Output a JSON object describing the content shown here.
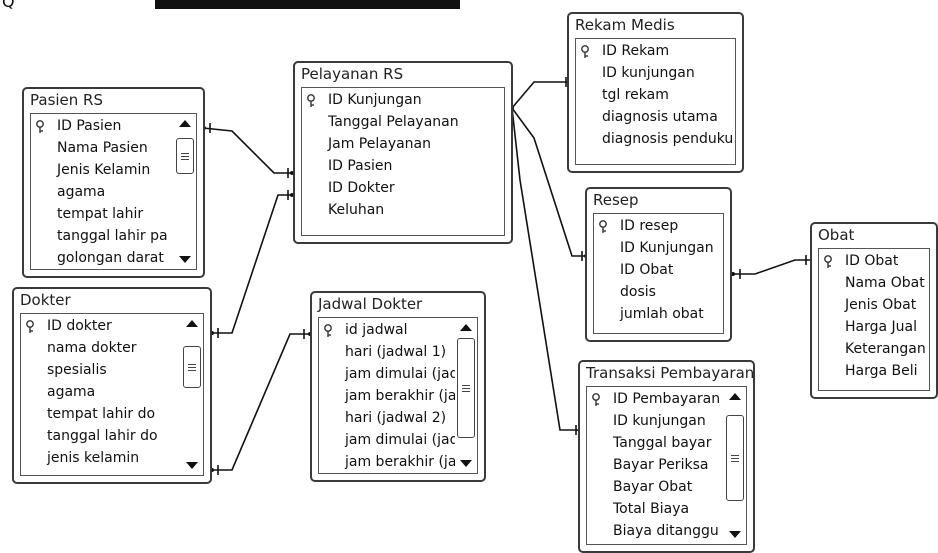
{
  "tables": [
    {
      "id": "pasien",
      "title": "Pasien RS",
      "fields": [
        {
          "name": "ID Pasien",
          "key": true
        },
        {
          "name": "Nama Pasien"
        },
        {
          "name": "Jenis Kelamin"
        },
        {
          "name": "agama"
        },
        {
          "name": "tempat lahir"
        },
        {
          "name": "tanggal lahir pa"
        },
        {
          "name": "golongan darat"
        }
      ]
    },
    {
      "id": "dokter",
      "title": "Dokter",
      "fields": [
        {
          "name": "ID dokter",
          "key": true
        },
        {
          "name": "nama dokter"
        },
        {
          "name": "spesialis"
        },
        {
          "name": "agama"
        },
        {
          "name": "tempat lahir do"
        },
        {
          "name": "tanggal lahir do"
        },
        {
          "name": "jenis kelamin"
        }
      ]
    },
    {
      "id": "pelayanan",
      "title": "Pelayanan RS",
      "fields": [
        {
          "name": "ID Kunjungan",
          "key": true
        },
        {
          "name": "Tanggal Pelayanan"
        },
        {
          "name": "Jam Pelayanan"
        },
        {
          "name": "ID Pasien"
        },
        {
          "name": "ID Dokter"
        },
        {
          "name": "Keluhan"
        }
      ]
    },
    {
      "id": "jadwal",
      "title": "Jadwal Dokter",
      "fields": [
        {
          "name": "id jadwal",
          "key": true
        },
        {
          "name": "hari (jadwal 1)"
        },
        {
          "name": "jam dimulai (jad"
        },
        {
          "name": "jam berakhir (ja"
        },
        {
          "name": "hari (jadwal 2)"
        },
        {
          "name": "jam dimulai (jad"
        },
        {
          "name": "jam berakhir (ja"
        }
      ]
    },
    {
      "id": "rekam",
      "title": "Rekam Medis",
      "fields": [
        {
          "name": "ID Rekam",
          "key": true
        },
        {
          "name": "ID kunjungan"
        },
        {
          "name": "tgl rekam"
        },
        {
          "name": "diagnosis utama"
        },
        {
          "name": "diagnosis penduku"
        }
      ]
    },
    {
      "id": "resep",
      "title": "Resep",
      "fields": [
        {
          "name": "ID resep",
          "key": true
        },
        {
          "name": "ID Kunjungan"
        },
        {
          "name": "ID Obat"
        },
        {
          "name": "dosis"
        },
        {
          "name": "jumlah obat"
        }
      ]
    },
    {
      "id": "transaksi",
      "title": "Transaksi Pembayaran",
      "fields": [
        {
          "name": "ID Pembayaran",
          "key": true
        },
        {
          "name": "ID kunjungan"
        },
        {
          "name": "Tanggal bayar"
        },
        {
          "name": "Bayar Periksa"
        },
        {
          "name": "Bayar Obat"
        },
        {
          "name": "Total Biaya"
        },
        {
          "name": "Biaya ditanggu"
        }
      ]
    },
    {
      "id": "obat",
      "title": "Obat",
      "fields": [
        {
          "name": "ID Obat",
          "key": true
        },
        {
          "name": "Nama Obat"
        },
        {
          "name": "Jenis Obat"
        },
        {
          "name": "Harga Jual"
        },
        {
          "name": "Keterangan"
        },
        {
          "name": "Harga Beli"
        }
      ]
    }
  ],
  "relationships": [
    {
      "from": "Pasien RS.ID Pasien",
      "to": "Pelayanan RS.ID Pasien"
    },
    {
      "from": "Dokter.ID dokter",
      "to": "Pelayanan RS.ID Dokter"
    },
    {
      "from": "Dokter.ID dokter",
      "to": "Jadwal Dokter.id jadwal"
    },
    {
      "from": "Pelayanan RS.ID Kunjungan",
      "to": "Rekam Medis.ID kunjungan"
    },
    {
      "from": "Pelayanan RS.ID Kunjungan",
      "to": "Resep.ID Kunjungan"
    },
    {
      "from": "Pelayanan RS.ID Kunjungan",
      "to": "Transaksi Pembayaran.ID kunjungan"
    },
    {
      "from": "Resep.ID Obat",
      "to": "Obat.ID Obat"
    }
  ],
  "icons": {
    "key": "key-icon",
    "scroll_up": "scroll-up-arrow-icon",
    "scroll_down": "scroll-down-arrow-icon"
  }
}
